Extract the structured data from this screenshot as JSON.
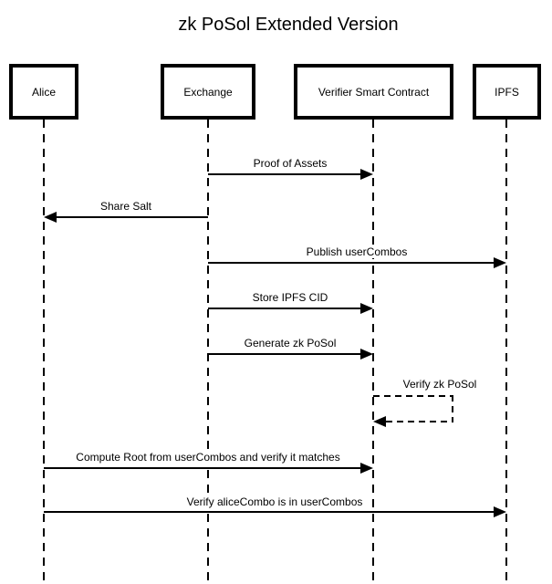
{
  "title": "zk PoSol Extended Version",
  "diagram_type": "sequence-diagram",
  "colors": {
    "stroke": "#000000",
    "background": "#ffffff"
  },
  "actors": [
    {
      "name": "Alice"
    },
    {
      "name": "Exchange"
    },
    {
      "name": "Verifier Smart Contract"
    },
    {
      "name": "IPFS"
    }
  ],
  "messages": [
    {
      "from": "Exchange",
      "to": "Verifier Smart Contract",
      "label": "Proof of Assets",
      "line": "solid",
      "direction": "right"
    },
    {
      "from": "Exchange",
      "to": "Alice",
      "label": "Share Salt",
      "line": "solid",
      "direction": "left"
    },
    {
      "from": "Exchange",
      "to": "IPFS",
      "label": "Publish userCombos",
      "line": "solid",
      "direction": "right"
    },
    {
      "from": "Exchange",
      "to": "Verifier Smart Contract",
      "label": "Store IPFS CID",
      "line": "solid",
      "direction": "right"
    },
    {
      "from": "Exchange",
      "to": "Verifier Smart Contract",
      "label": "Generate zk PoSol",
      "line": "solid",
      "direction": "right"
    },
    {
      "from": "Verifier Smart Contract",
      "to": "Verifier Smart Contract",
      "label": "Verify zk PoSol",
      "line": "dashed",
      "direction": "self"
    },
    {
      "from": "Alice",
      "to": "Verifier Smart Contract",
      "label": "Compute Root from userCombos and verify it matches",
      "line": "solid",
      "direction": "right"
    },
    {
      "from": "Alice",
      "to": "IPFS",
      "label": "Verify aliceCombo is in userCombos",
      "line": "solid",
      "direction": "right"
    }
  ]
}
